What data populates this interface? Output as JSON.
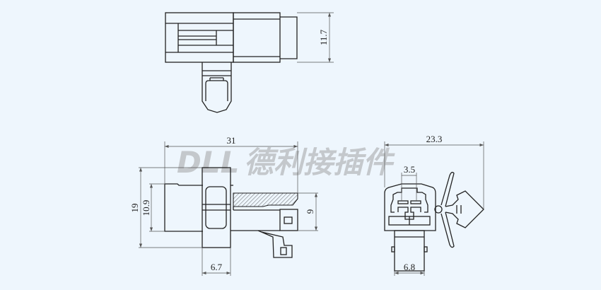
{
  "watermark": {
    "brand": "DLL",
    "text": "德利接插件"
  },
  "top_view": {
    "height_dim": "11.7"
  },
  "side_view": {
    "length_dim": "31",
    "height_dim": "19",
    "body_height_dim": "10.9",
    "rear_height_dim": "9",
    "flange_width_dim": "6.7"
  },
  "front_view": {
    "width_dim": "23.3",
    "pitch_dim": "3.5",
    "neck_width_dim": "6.8"
  },
  "colors": {
    "background": "#eef6fd",
    "line": "#222222",
    "watermark": "#c4c8cc"
  }
}
